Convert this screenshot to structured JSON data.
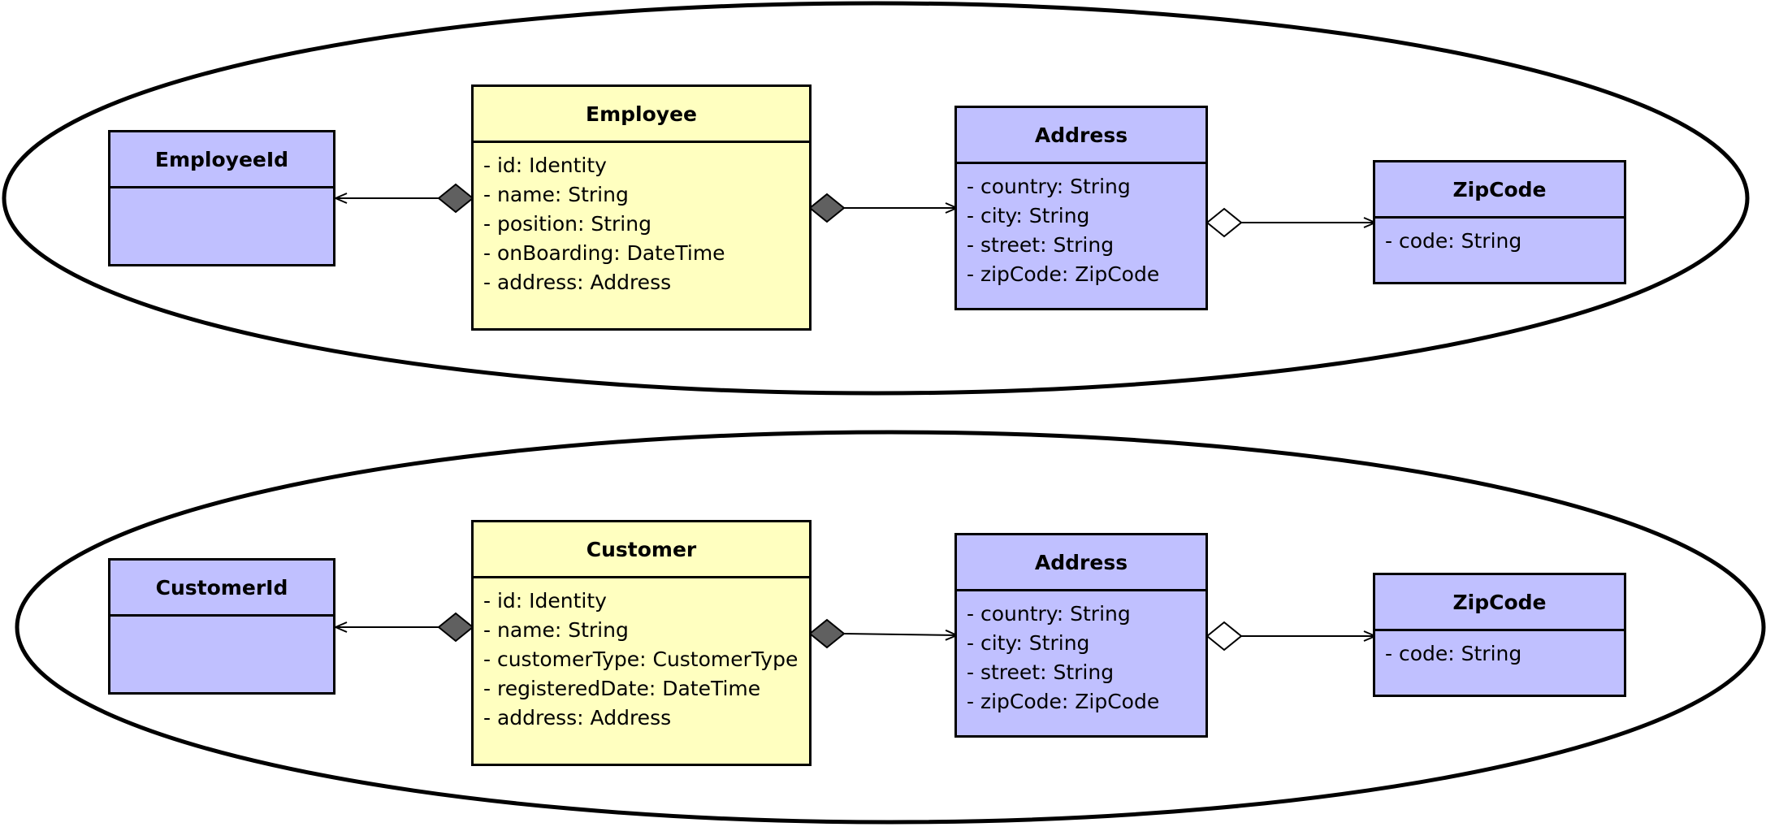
{
  "colors": {
    "value_object": "#c0c0ff",
    "entity": "#ffffc0",
    "diamond": "#606060"
  },
  "aggregates": [
    {
      "root": {
        "name": "Employee",
        "attributes": [
          "- id: Identity",
          "- name: String",
          "- position: String",
          "- onBoarding: DateTime",
          "- address: Address"
        ]
      },
      "id_class": {
        "name": "EmployeeId"
      },
      "address": {
        "name": "Address",
        "attributes": [
          "- country: String",
          "- city: String",
          "- street: String",
          "- zipCode: ZipCode"
        ]
      },
      "zipcode": {
        "name": "ZipCode",
        "attributes": [
          "- code: String"
        ]
      }
    },
    {
      "root": {
        "name": "Customer",
        "attributes": [
          "- id: Identity",
          "- name: String",
          "- customerType: CustomerType",
          "- registeredDate: DateTime",
          "- address: Address"
        ]
      },
      "id_class": {
        "name": "CustomerId"
      },
      "address": {
        "name": "Address",
        "attributes": [
          "- country: String",
          "- city: String",
          "- street: String",
          "- zipCode: ZipCode"
        ]
      },
      "zipcode": {
        "name": "ZipCode",
        "attributes": [
          "- code: String"
        ]
      }
    }
  ]
}
